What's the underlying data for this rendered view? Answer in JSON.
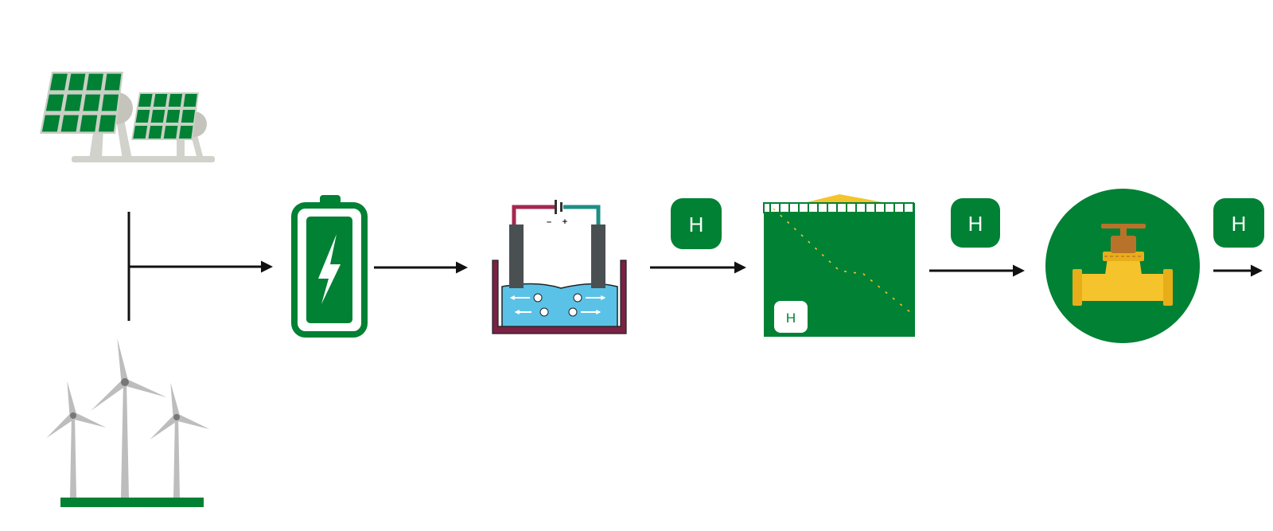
{
  "colors": {
    "green": "#008134",
    "dark_green": "#006a2a",
    "panel_frame": "#c9cfc4",
    "stand": "#d2d2cc",
    "turbine": "#bdbdbd",
    "arrow": "#111111",
    "water": "#5bc2e7",
    "tank": "#7a2145",
    "electrode": "#4a4f52",
    "wire_red": "#a3284f",
    "wire_teal": "#1e8f86",
    "gold": "#f5c32c",
    "valve_brown": "#b9722a"
  },
  "icons": {
    "solar": "solar-panels-icon",
    "wind": "wind-turbines-icon",
    "battery": "battery-icon",
    "electrolyzer": "electrolyzer-icon",
    "storage": "hydrogen-storage-tank-icon",
    "pipeline": "pipeline-valve-icon"
  },
  "badges": {
    "after_electrolysis": "H",
    "storage_tank": "H",
    "after_storage": "H",
    "after_pipeline": "H"
  },
  "electrolyzer": {
    "minus": "–",
    "plus": "+"
  }
}
